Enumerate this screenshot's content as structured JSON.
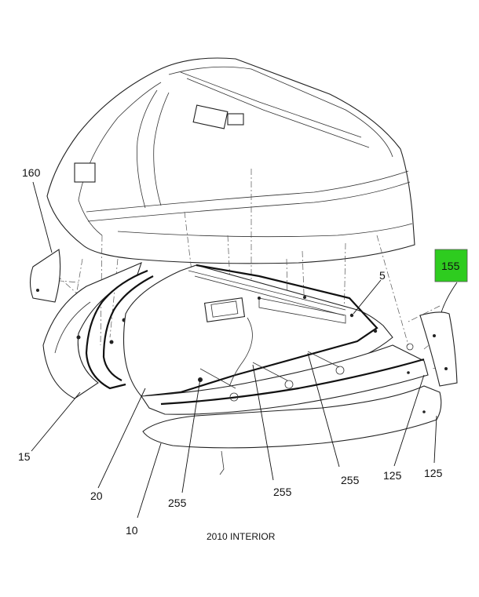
{
  "diagram": {
    "caption": "2010 INTERIOR",
    "highlight_color": "#2ecc1f",
    "callouts": {
      "c160": "160",
      "c155": "155",
      "c5": "5",
      "c15": "15",
      "c20": "20",
      "c10": "10",
      "c255a": "255",
      "c255b": "255",
      "c255c": "255",
      "c125a": "125",
      "c125b": "125"
    }
  }
}
